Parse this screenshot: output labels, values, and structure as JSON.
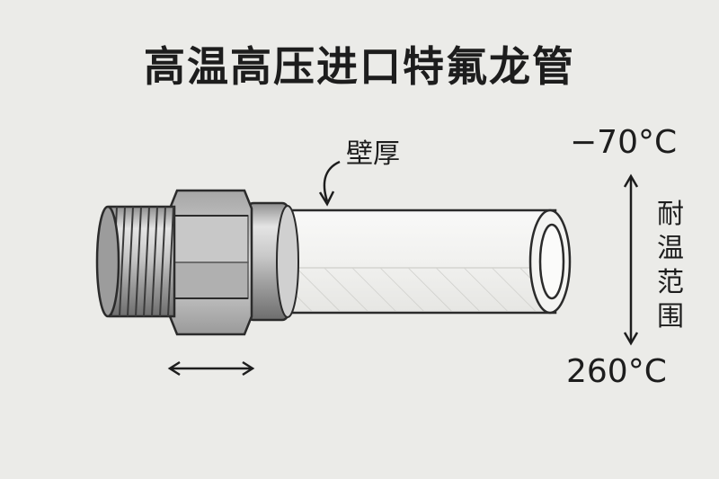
{
  "title": "高温高压进口特氟龙管",
  "callout": {
    "label": "壁厚"
  },
  "temperature": {
    "min_label": "−70°C",
    "max_label": "260°C",
    "range_label": "耐温范围"
  },
  "icons": [
    "curved-arrow-icon",
    "double-arrow-icon"
  ],
  "colors": {
    "background": "#ebebe8",
    "text": "#1d1d1d",
    "tube": "#f6f6f4",
    "metal": "#b9b9b9"
  }
}
